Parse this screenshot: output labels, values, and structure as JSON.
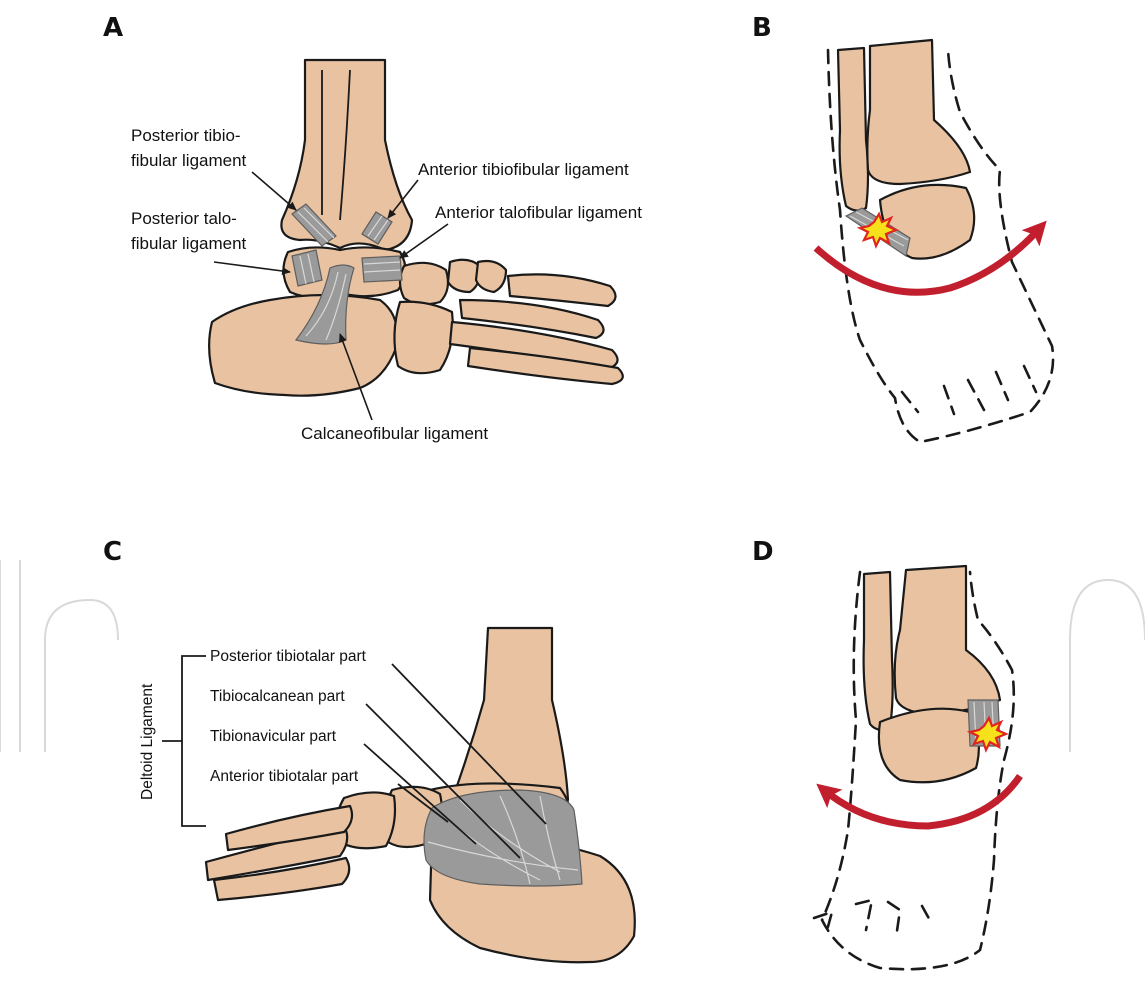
{
  "panels": {
    "a": {
      "letter": "A",
      "labels": {
        "posterior_tibiofibular_1": "Posterior tibio-",
        "posterior_tibiofibular_2": "fibular ligament",
        "anterior_tibiofibular": "Anterior tibiofibular ligament",
        "posterior_talofibular_1": "Posterior talo-",
        "posterior_talofibular_2": "fibular ligament",
        "anterior_talofibular": "Anterior talofibular ligament",
        "calcaneofibular": "Calcaneofibular ligament"
      }
    },
    "b": {
      "letter": "B"
    },
    "c": {
      "letter": "C",
      "group_label": "Deltoid Ligament",
      "labels": {
        "posterior_tibiotalar": "Posterior tibiotalar part",
        "tibiocalcanean": "Tibiocalcanean part",
        "tibionavicular": "Tibionavicular part",
        "anterior_tibiotalar": "Anterior tibiotalar part"
      }
    },
    "d": {
      "letter": "D"
    }
  },
  "colors": {
    "bone": "#e9c3a1",
    "outline": "#1a1a1a",
    "ligament": "#9a9a9a",
    "arrow": "#c21f2e",
    "injury_star": "#f7e11a",
    "injury_star_edge": "#e0241f"
  }
}
